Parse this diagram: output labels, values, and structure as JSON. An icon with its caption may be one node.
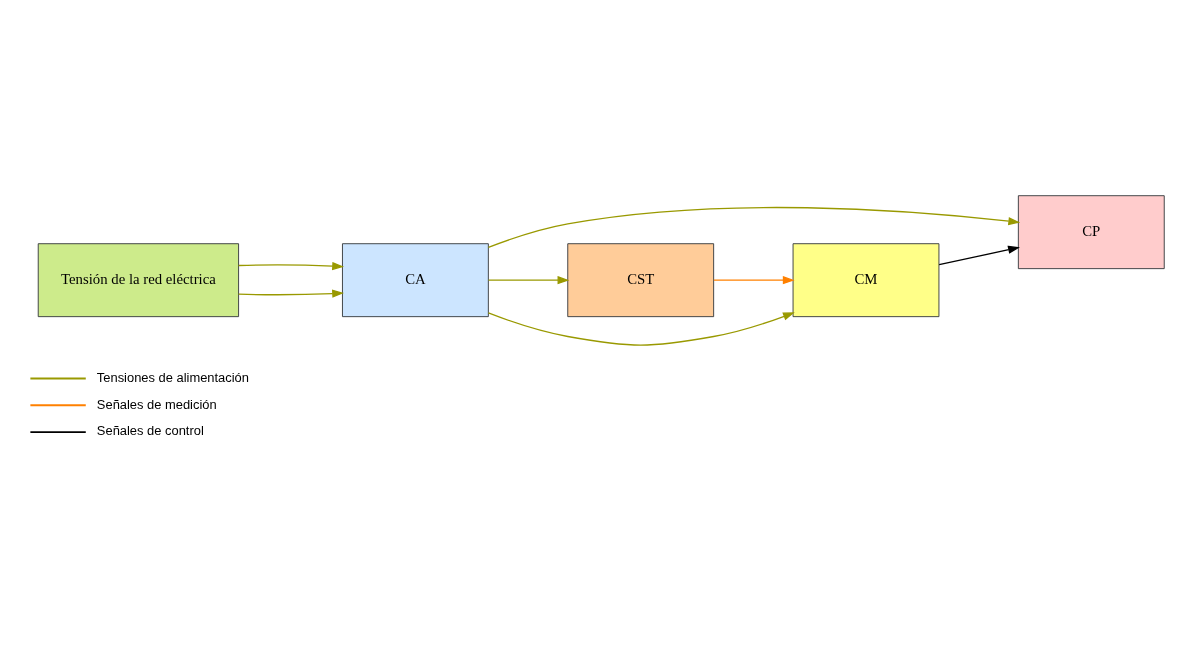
{
  "diagram": {
    "nodes": [
      {
        "text": [
          "Tensión de la red eléctrica"
        ]
      },
      {
        "text": [
          "CA"
        ]
      },
      {
        "text": [
          "CP"
        ]
      },
      {
        "text": [
          "CST"
        ]
      },
      {
        "text": [
          "CM"
        ]
      }
    ],
    "edges": [
      {
        "from": 0,
        "to": 1,
        "arrow": "to"
      },
      {
        "from": 0,
        "to": 1,
        "arrow": "to"
      },
      {
        "from": 1,
        "to": 2,
        "arrow": "to"
      },
      {
        "from": 1,
        "to": 3,
        "arrow": "to"
      },
      {
        "from": 1,
        "to": 4,
        "arrow": "to"
      },
      {
        "from": 3,
        "to": 4,
        "arrow": "to",
        "color": "#ff8000"
      },
      {
        "from": 4,
        "to": 2,
        "arrow": "to",
        "color": "#000000"
      }
    ],
    "legend": [
      {
        "text": "Tensiones de alimentación",
        "color": "#999900"
      },
      {
        "text": "Señales de medición",
        "color": "#ff8000"
      },
      {
        "text": "Señales de control",
        "color": "#000000"
      }
    ]
  }
}
